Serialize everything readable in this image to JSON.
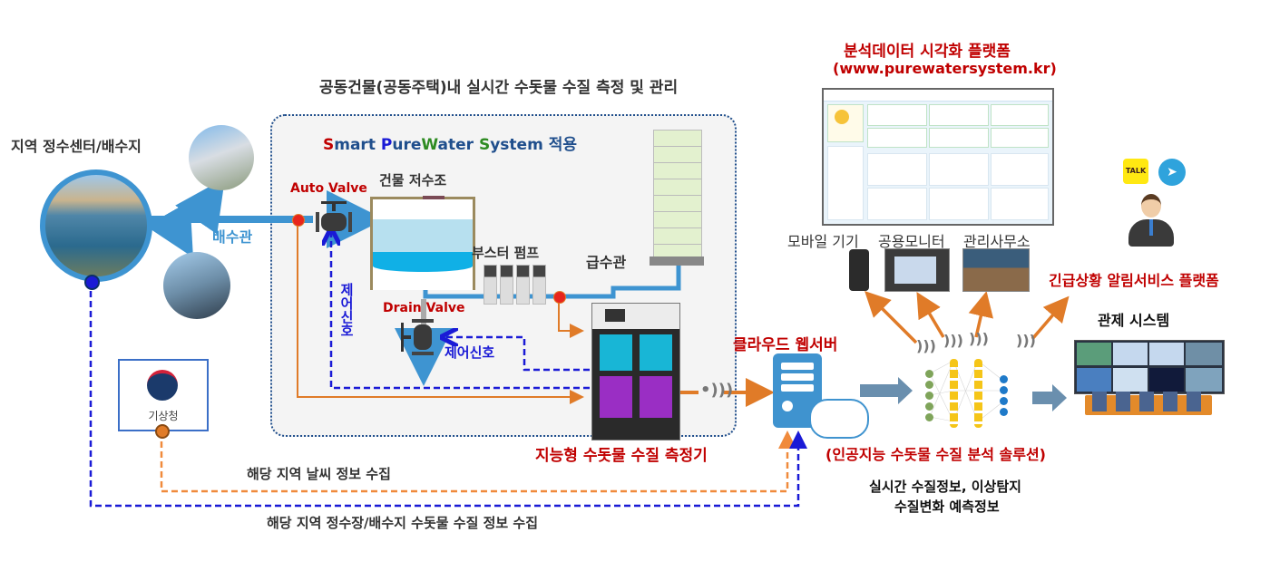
{
  "title": "공동건물(공동주택)내 실시간 수돗물 수질 측정 및 관리",
  "system_label": {
    "parts": [
      {
        "text": "S",
        "color": "#c00000"
      },
      {
        "text": "mart ",
        "color": "#1f4e8c"
      },
      {
        "text": "P",
        "color": "#1a1ad6"
      },
      {
        "text": "ure",
        "color": "#1f4e8c"
      },
      {
        "text": "W",
        "color": "#2e8b22"
      },
      {
        "text": "ater ",
        "color": "#1f4e8c"
      },
      {
        "text": "S",
        "color": "#2e8b22"
      },
      {
        "text": "ystem 적용",
        "color": "#1f4e8c"
      }
    ]
  },
  "left": {
    "water_center_label": "지역 정수센터/배수지",
    "distribution_pipe_label": "배수관"
  },
  "building": {
    "auto_valve_label": "Auto Valve",
    "tank_label": "건물 저수조",
    "booster_pump_label": "부스터 펌프",
    "supply_pipe_label": "급수관",
    "drain_valve_label": "Drain Valve",
    "control_signal_vertical": "제어신호",
    "control_signal_horizontal": "제어신호",
    "meter_label": "지능형 수돗물 수질 측정기"
  },
  "kma": {
    "label": "기상청"
  },
  "flows": {
    "weather_collect": "해당 지역 날씨 정보 수집",
    "plant_quality_collect": "해당 지역 정수장/배수지 수돗물 수질 정보 수집"
  },
  "cloud": {
    "label": "클라우드 웹서버"
  },
  "ai": {
    "label": "(인공지능 수돗물 수질 분석 솔루션)",
    "output_line1": "실시간 수질정보, 이상탐지",
    "output_line2": "수질변화 예측정보"
  },
  "platform": {
    "title": "분석데이터 시각화 플랫폼",
    "url": "(www.purewatersystem.kr)"
  },
  "devices": {
    "mobile": "모바일 기기",
    "public_monitor": "공용모니터",
    "management_office": "관리사무소"
  },
  "alert": {
    "label": "긴급상황 알림서비스 플랫폼",
    "icons": [
      "kakaotalk-icon",
      "telegram-icon",
      "user-icon"
    ],
    "kakao_text": "TALK"
  },
  "control": {
    "label": "관제 시스템"
  },
  "colors": {
    "pipe_blue": "#3e94d1",
    "signal_blue": "#1a1ad6",
    "data_orange": "#e07b28",
    "title_red": "#c00000",
    "text_dark": "#333333"
  }
}
